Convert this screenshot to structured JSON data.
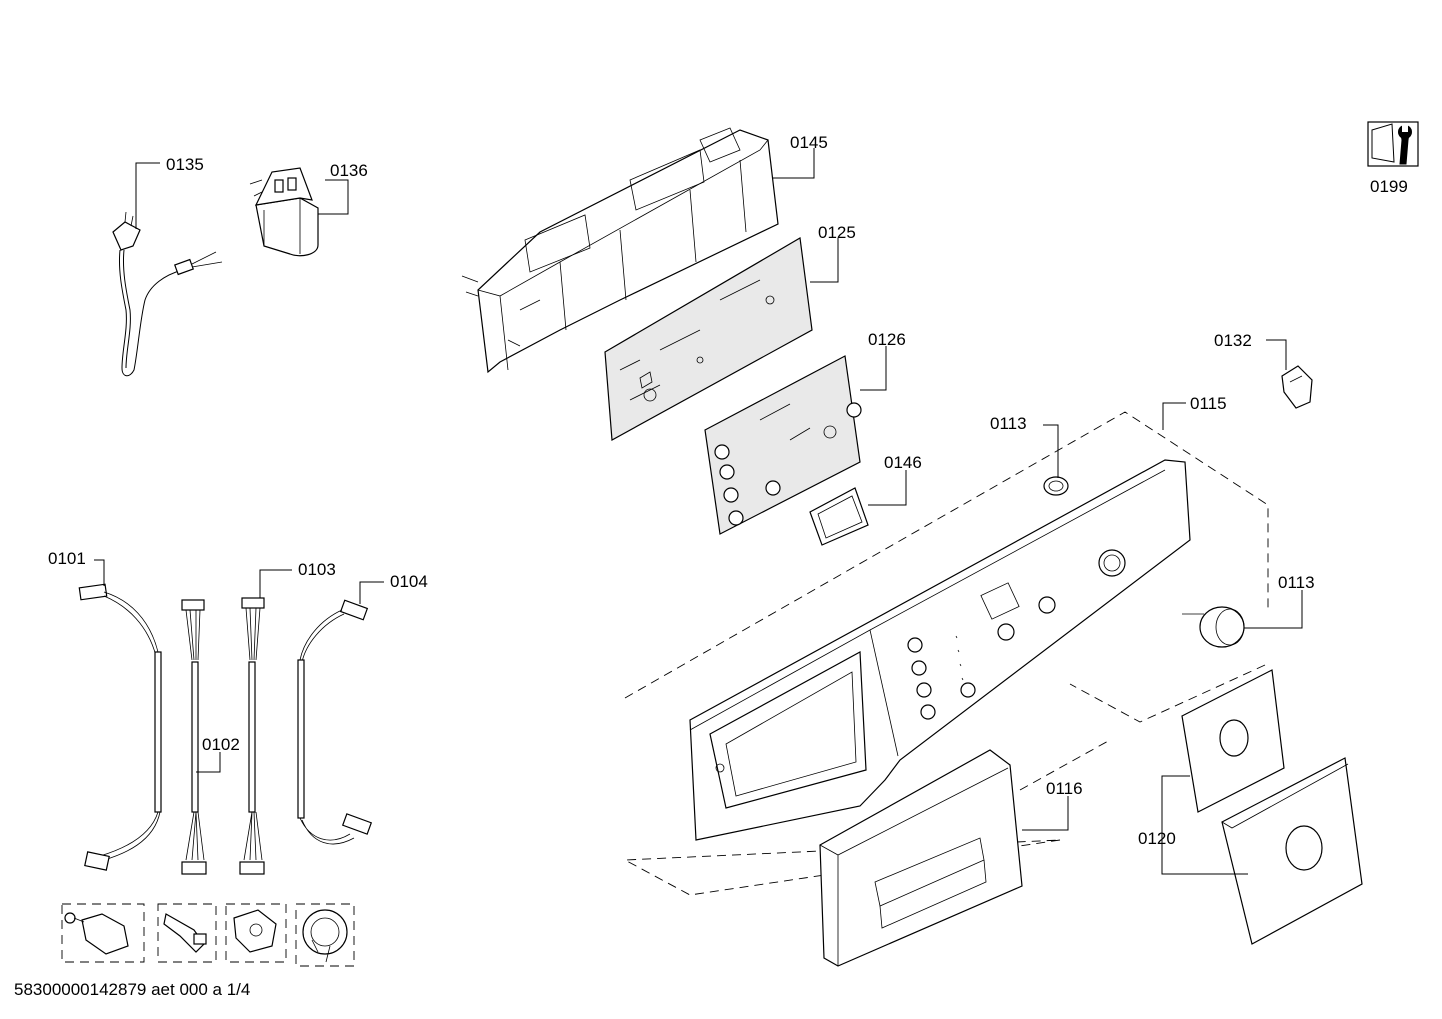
{
  "labels": {
    "l0135": "0135",
    "l0136": "0136",
    "l0145": "0145",
    "l0125": "0125",
    "l0126": "0126",
    "l0146": "0146",
    "l0113a": "0113",
    "l0113b": "0113",
    "l0115": "0115",
    "l0132": "0132",
    "l0199": "0199",
    "l0101": "0101",
    "l0102": "0102",
    "l0103": "0103",
    "l0104": "0104",
    "l0116": "0116",
    "l0120": "0120"
  },
  "footer": "58300000142879 aet 000 a 1/4",
  "icons": {
    "service": "wrench-icon"
  }
}
